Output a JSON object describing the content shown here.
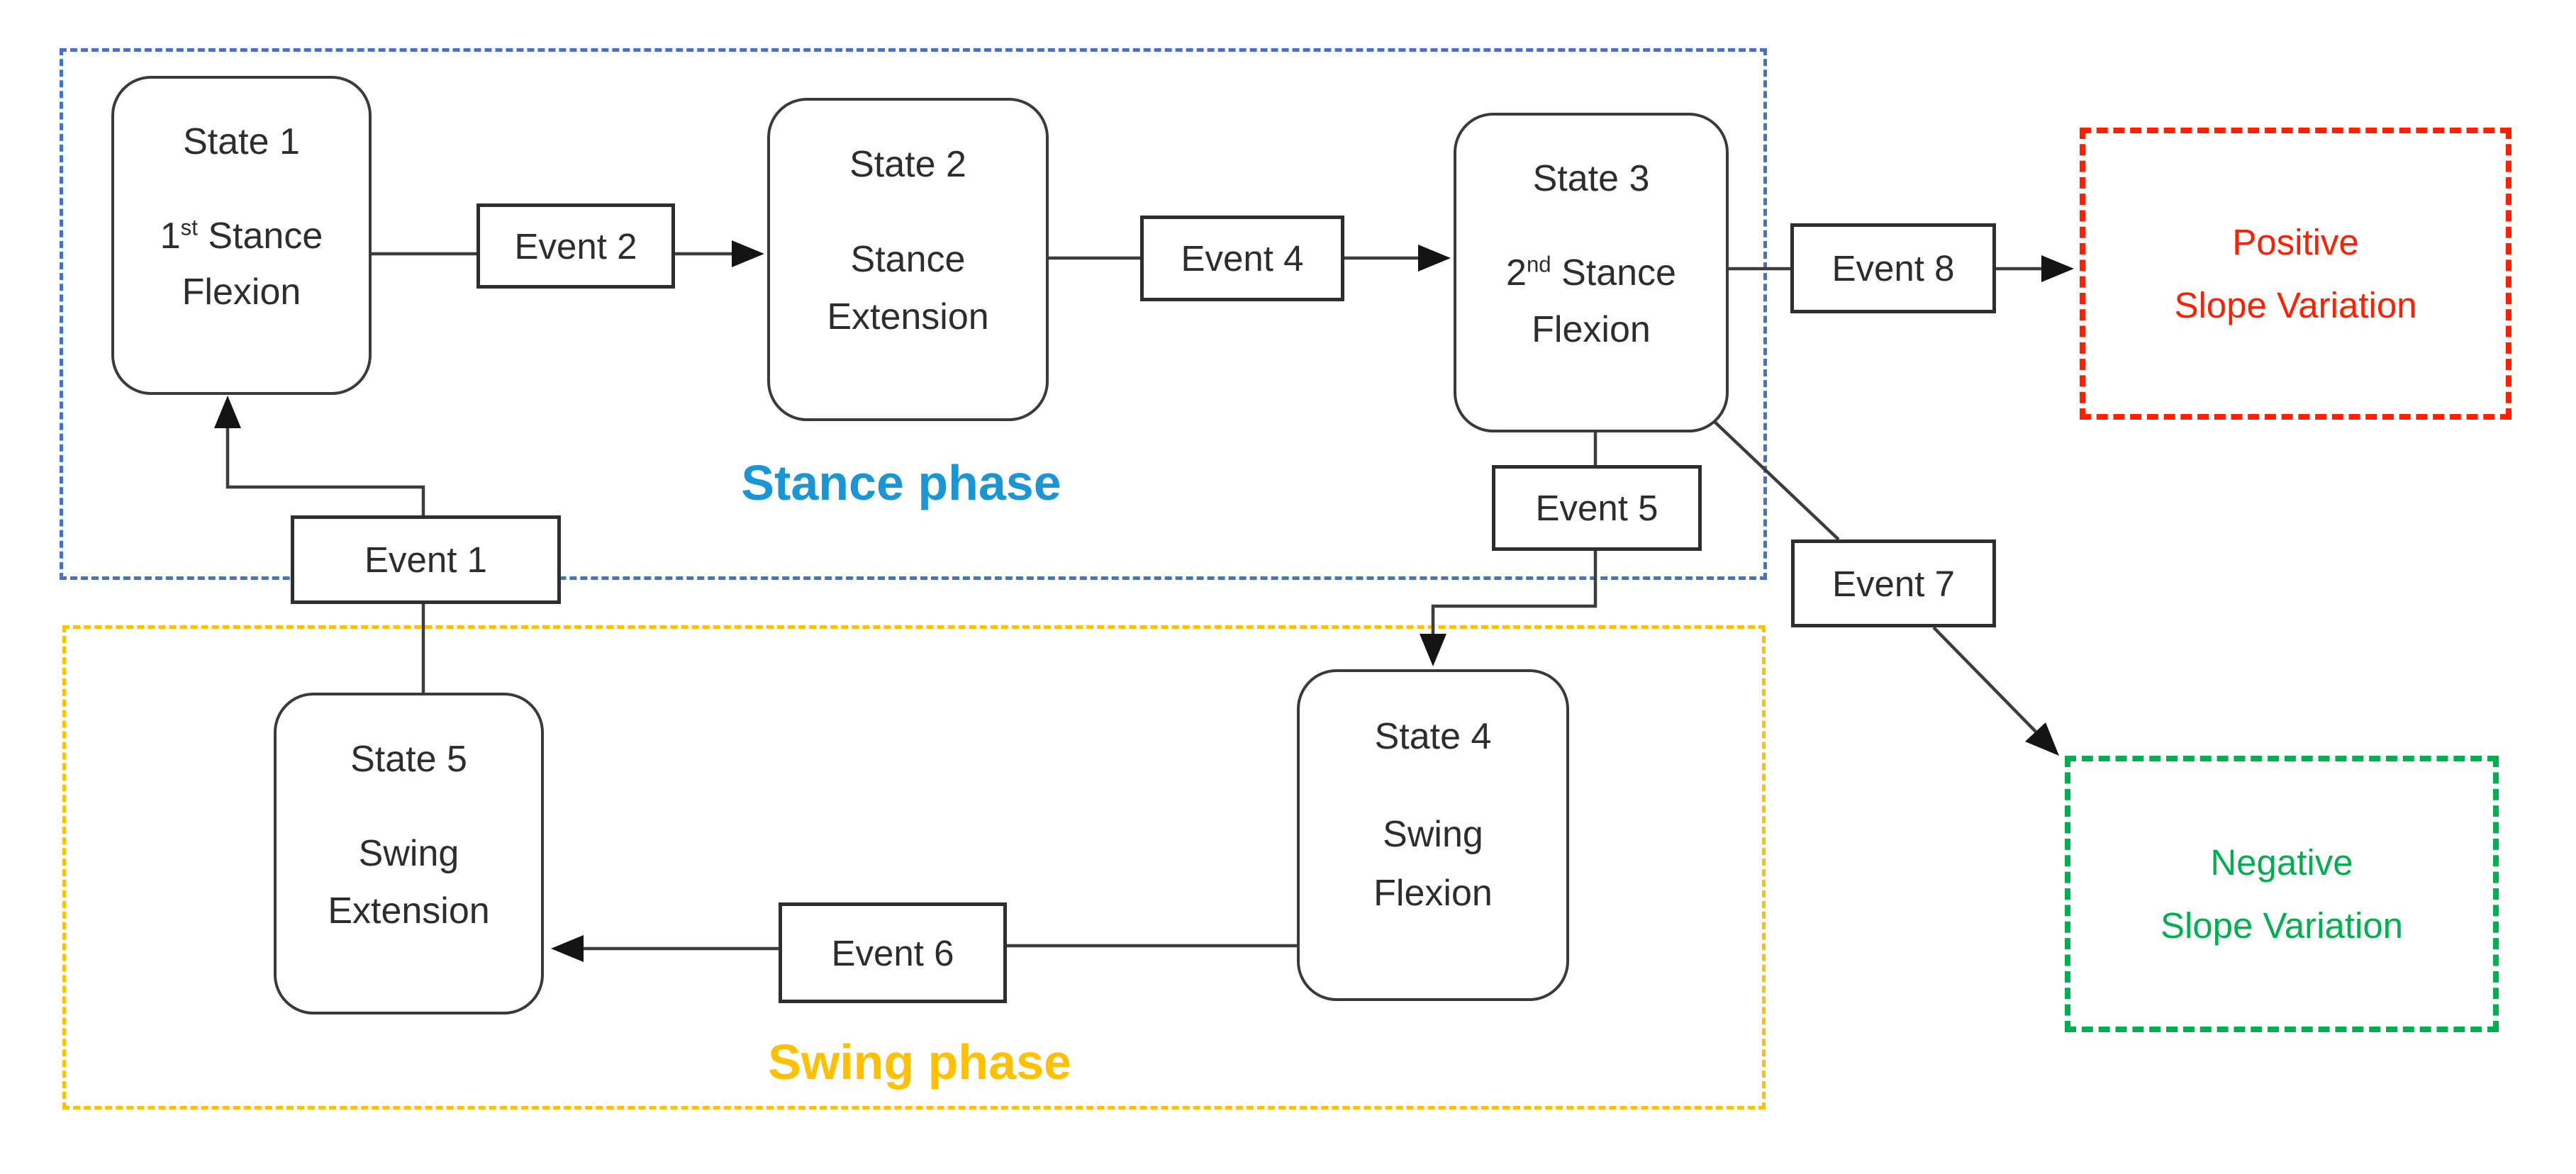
{
  "diagram": {
    "type": "state-machine-flowchart",
    "phases": {
      "stance": {
        "label": "Stance phase",
        "label_color": "#1B96D5",
        "border_color": "#4472C4"
      },
      "swing": {
        "label": "Swing phase",
        "label_color": "#FFC000",
        "border_color": "#FFC000"
      }
    },
    "states": {
      "s1": {
        "title": "State 1",
        "sub1_base": "1",
        "sub1_sup": "st",
        "sub1_rest": " Stance",
        "sub2": "Flexion"
      },
      "s2": {
        "title": "State 2",
        "sub1_base": "Stance",
        "sub1_sup": "",
        "sub1_rest": "",
        "sub2": "Extension"
      },
      "s3": {
        "title": "State 3",
        "sub1_base": "2",
        "sub1_sup": "nd",
        "sub1_rest": " Stance",
        "sub2": "Flexion"
      },
      "s4": {
        "title": "State 4",
        "sub1_base": "Swing",
        "sub1_sup": "",
        "sub1_rest": "",
        "sub2": "Flexion"
      },
      "s5": {
        "title": "State 5",
        "sub1_base": "Swing",
        "sub1_sup": "",
        "sub1_rest": "",
        "sub2": "Extension"
      }
    },
    "events": {
      "e1": "Event 1",
      "e2": "Event 2",
      "e4": "Event 4",
      "e5": "Event 5",
      "e6": "Event 6",
      "e7": "Event 7",
      "e8": "Event 8"
    },
    "outcomes": {
      "positive": {
        "line1": "Positive",
        "line2": "Slope Variation",
        "color": "#FF2000"
      },
      "negative": {
        "line1": "Negative",
        "line2": "Slope Variation",
        "color": "#00B050"
      }
    },
    "line_color": "#3C3C3C",
    "node_border_color": "#333333"
  }
}
